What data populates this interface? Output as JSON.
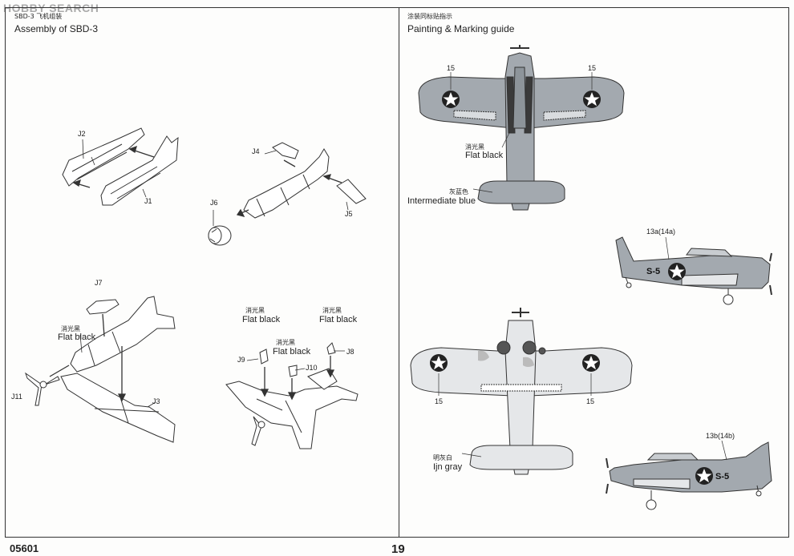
{
  "watermark": "HOBBY SEARCH",
  "left": {
    "title_cn": "SBD-3 飞机组装",
    "title_en": "Assembly of SBD-3",
    "parts": {
      "j1": "J1",
      "j2": "J2",
      "j3": "J3",
      "j4": "J4",
      "j5": "J5",
      "j6": "J6",
      "j7": "J7",
      "j8": "J8",
      "j9": "J9",
      "j10": "J10",
      "j11": "J11"
    },
    "notes": {
      "fb1_cn": "消光黑",
      "fb1_en": "Flat black",
      "fb2_cn": "消光黑",
      "fb2_en": "Flat black",
      "fb3_cn": "消光黑",
      "fb3_en": "Flat black",
      "fb4_cn": "消光黑",
      "fb4_en": "Flat black"
    }
  },
  "right": {
    "title_cn": "涂装同标贴指示",
    "title_en": "Painting & Marking guide",
    "decals": {
      "top_left": "15",
      "top_right": "15",
      "side_top": "13a(14a)",
      "bottom_left": "15",
      "bottom_right": "15",
      "side_bottom": "13b(14b)"
    },
    "codes": {
      "side_top": "S-5",
      "side_bottom": "S-5"
    },
    "colors": {
      "flat_black_cn": "消光黑",
      "flat_black_en": "Flat black",
      "int_blue_cn": "灰蓝色",
      "int_blue_en": "Intermediate blue",
      "ijn_gray_cn": "明灰白",
      "ijn_gray_en": "Ijn gray"
    }
  },
  "footer": {
    "code": "05601",
    "page": "19"
  },
  "palette": {
    "upper": "#9aa0a6",
    "lower": "#e4e6e8",
    "line": "#333333"
  }
}
